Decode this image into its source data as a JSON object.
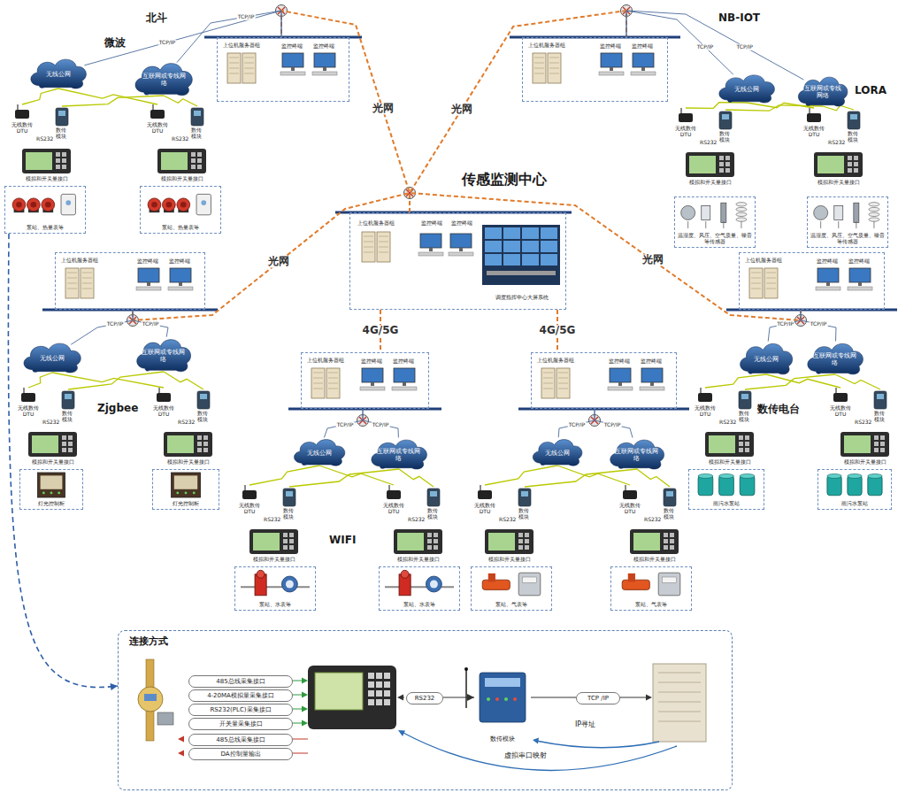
{
  "diagram": {
    "nodes": [
      {
        "text": [
          "上位机服务器组",
          "监控终端",
          "监控终端"
        ]
      },
      {
        "text": [
          "无线公网"
        ]
      },
      {
        "text": [
          "互联网或专线网络"
        ]
      },
      {
        "text": [
          "泵站、热量表等"
        ]
      },
      {
        "text": [
          "泵站、热量表等"
        ]
      },
      {
        "text": [
          "上位机服务器组",
          "监控终端",
          "监控终端"
        ]
      },
      {
        "text": [
          "无线公网"
        ]
      },
      {
        "text": [
          "互联网或专线网络"
        ]
      },
      {
        "text": [
          "温湿度、风压、空气质量、噪音等传感器"
        ]
      },
      {
        "text": [
          "温湿度、风压、空气质量、噪音等传感器"
        ]
      },
      {
        "text": [
          "上位机服务器组",
          "监控终端",
          "监控终端",
          "调度指挥中心大屏系统"
        ]
      },
      {
        "text": [
          "上位机服务器组",
          "监控终端",
          "监控终端"
        ]
      },
      {
        "text": [
          "无线公网"
        ]
      },
      {
        "text": [
          "互联网或专线网络"
        ]
      },
      {
        "text": [
          "灯光控制柜"
        ]
      },
      {
        "text": [
          "灯光控制柜"
        ]
      },
      {
        "text": [
          "上位机服务器组",
          "监控终端",
          "监控终端"
        ]
      },
      {
        "text": [
          "无线公网"
        ]
      },
      {
        "text": [
          "互联网或专线网络"
        ]
      },
      {
        "text": [
          "雨污水泵站"
        ]
      },
      {
        "text": [
          "雨污水泵站"
        ]
      },
      {
        "text": [
          "上位机服务器组",
          "监控终端",
          "监控终端"
        ]
      },
      {
        "text": [
          "无线公网"
        ]
      },
      {
        "text": [
          "互联网或专线网络"
        ]
      },
      {
        "text": [
          "泵站、水表等"
        ]
      },
      {
        "text": [
          "泵站、水表等"
        ]
      },
      {
        "text": [
          "上位机服务器组",
          "监控终端",
          "监控终端"
        ]
      },
      {
        "text": [
          "无线公网"
        ]
      },
      {
        "text": [
          "互联网或专线网络"
        ]
      },
      {
        "text": [
          "泵站、气表等"
        ]
      },
      {
        "text": [
          "泵站、气表等"
        ]
      },
      {
        "text": [
          "连接方式"
        ]
      },
      {
        "text": [
          "485总线采集接口"
        ],
        "in": 31
      },
      {
        "text": [
          "4-20MA模拟量采集接口"
        ],
        "in": 31
      },
      {
        "text": [
          "RS232(PLC)采集接口"
        ],
        "in": 31
      },
      {
        "text": [
          "开关量采集接口"
        ],
        "in": 31
      },
      {
        "text": [
          "485总线采集接口"
        ],
        "in": 31
      },
      {
        "text": [
          "DA控制量输出"
        ],
        "in": 31
      },
      {
        "text": [
          "RS232"
        ],
        "in": 31
      },
      {
        "text": [
          "数传模块"
        ],
        "in": 31
      },
      {
        "text": [
          "TCP /IP"
        ],
        "in": 31
      }
    ],
    "edges": [
      {
        "from": 10,
        "to": 0,
        "label": "光网",
        "arrow": "none"
      },
      {
        "from": 10,
        "to": 5,
        "label": "光网",
        "arrow": "none"
      },
      {
        "from": 10,
        "to": 11,
        "label": "光网",
        "arrow": "none"
      },
      {
        "from": 10,
        "to": 16,
        "label": "光网",
        "arrow": "none"
      },
      {
        "from": 10,
        "to": 21,
        "label": "4G/5G",
        "arrow": "none"
      },
      {
        "from": 10,
        "to": 26,
        "label": "4G/5G",
        "arrow": "none"
      },
      {
        "from": 0,
        "to": 1,
        "label": "TCP/IP",
        "arrow": "none"
      },
      {
        "from": 0,
        "to": 2,
        "label": "TCP/IP",
        "arrow": "none"
      },
      {
        "from": 5,
        "to": 6,
        "label": "TCP/IP",
        "arrow": "none"
      },
      {
        "from": 5,
        "to": 7,
        "label": "TCP/IP",
        "arrow": "none"
      },
      {
        "from": 11,
        "to": 12,
        "label": "TCP/IP",
        "arrow": "none"
      },
      {
        "from": 11,
        "to": 13,
        "label": "TCP/IP",
        "arrow": "none"
      },
      {
        "from": 16,
        "to": 17,
        "label": "TCP/IP",
        "arrow": "none"
      },
      {
        "from": 16,
        "to": 18,
        "label": "TCP/IP",
        "arrow": "none"
      },
      {
        "from": 21,
        "to": 22,
        "label": "TCP/IP",
        "arrow": "none"
      },
      {
        "from": 21,
        "to": 23,
        "label": "TCP/IP",
        "arrow": "none"
      },
      {
        "from": 26,
        "to": 27,
        "label": "TCP/IP",
        "arrow": "none"
      },
      {
        "from": 26,
        "to": 28,
        "label": "TCP/IP",
        "arrow": "none"
      },
      {
        "from": 3,
        "to": 31,
        "arrow": "to"
      },
      {
        "from": 38,
        "to": 39,
        "arrow": "to"
      },
      {
        "from": 39,
        "to": 40,
        "arrow": "none"
      }
    ],
    "labels": [
      "北斗",
      "微波",
      "NB-IOT",
      "LORA",
      "传感监测中心",
      "Zjgbee",
      "数传电台",
      "WIFI",
      "无线数传DTU",
      "RS232",
      "数传模块",
      "模拟和开关量接口",
      "无线数传DTU",
      "RS232",
      "数传模块",
      "模拟和开关量接口",
      "无线数传DTU",
      "RS232",
      "数传模块",
      "模拟和开关量接口",
      "无线数传DTU",
      "RS232",
      "数传模块",
      "模拟和开关量接口",
      "无线数传DTU",
      "RS232",
      "数传模块",
      "模拟和开关量接口",
      "无线数传DTU",
      "RS232",
      "数传模块",
      "模拟和开关量接口",
      "无线数传DTU",
      "RS232",
      "数传模块",
      "模拟和开关量接口",
      "无线数传DTU",
      "RS232",
      "数传模块",
      "模拟和开关量接口",
      "无线数传DTU",
      "RS232",
      "数传模块",
      "模拟和开关量接口",
      "无线数传DTU",
      "RS232",
      "数传模块",
      "模拟和开关量接口",
      "无线数传DTU",
      "RS232",
      "数传模块",
      "模拟和开关量接口",
      "无线数传DTU",
      "RS232",
      "数传模块",
      "模拟和开关量接口",
      "IP寻址",
      "虚拟串口映射"
    ]
  }
}
